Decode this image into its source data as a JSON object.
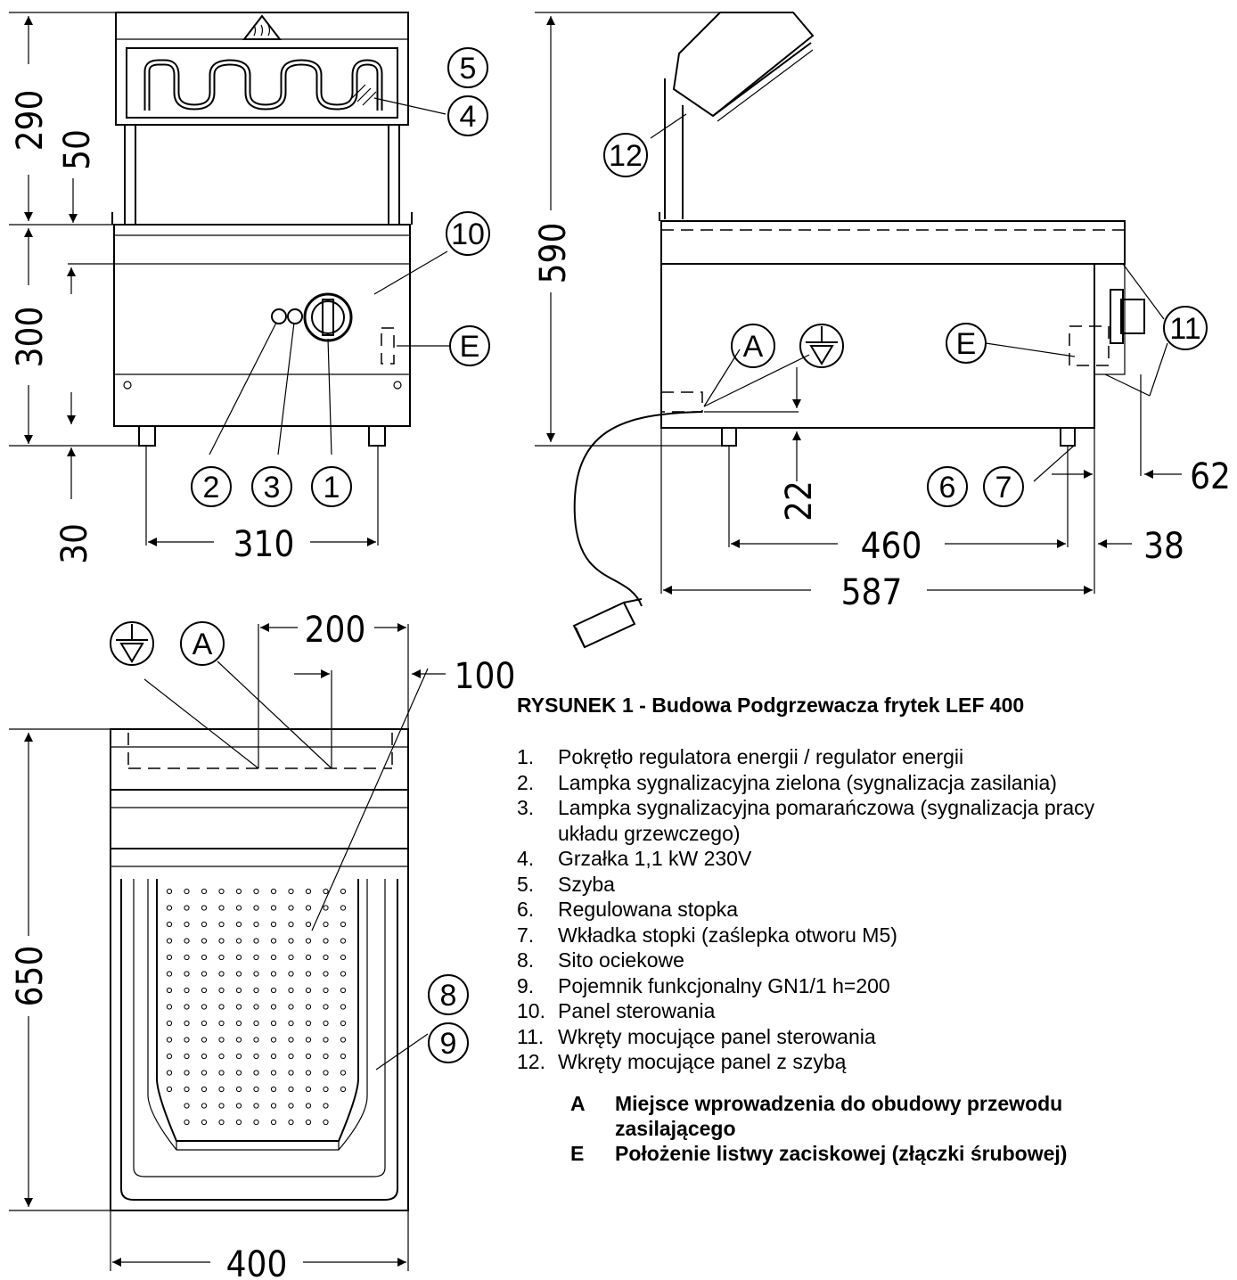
{
  "title": "RYSUNEK 1 -  Budowa Podgrzewacza frytek LEF 400",
  "legend": [
    {
      "num": "1.",
      "text": "Pokrętło regulatora energii / regulator energii"
    },
    {
      "num": "2.",
      "text": "Lampka sygnalizacyjna zielona (sygnalizacja zasilania)"
    },
    {
      "num": "3.",
      "text": "Lampka sygnalizacyjna pomarańczowa (sygnalizacja pracy"
    },
    {
      "num": "",
      "text": "układu grzewczego)"
    },
    {
      "num": "4.",
      "text": "Grzałka 1,1 kW 230V"
    },
    {
      "num": "5.",
      "text": "Szyba"
    },
    {
      "num": "6.",
      "text": "Regulowana stopka"
    },
    {
      "num": "7.",
      "text": "Wkładka stopki (zaślepka otworu M5)"
    },
    {
      "num": "8.",
      "text": "Sito ociekowe"
    },
    {
      "num": "9.",
      "text": "Pojemnik funkcjonalny GN1/1 h=200"
    },
    {
      "num": "10.",
      "text": "Panel sterowania"
    },
    {
      "num": "11.",
      "text": "Wkręty mocujące panel sterowania"
    },
    {
      "num": "12.",
      "text": "Wkręty mocujące panel z szybą"
    }
  ],
  "notes": [
    {
      "key": "A",
      "lines": [
        "Miejsce wprowadzenia do obudowy przewodu",
        "zasilającego"
      ]
    },
    {
      "key": "E",
      "lines": [
        "Położenie listwy zaciskowej (złączki śrubowej)"
      ]
    }
  ],
  "dimensions": {
    "d290": "290",
    "d50": "50",
    "d300": "300",
    "d30": "30",
    "d310": "310",
    "d590": "590",
    "d22": "22",
    "d460": "460",
    "d587": "587",
    "d38": "38",
    "d62": "62",
    "d200": "200",
    "d100": "100",
    "d650": "650",
    "d400": "400"
  },
  "callouts": {
    "c1": "1",
    "c2": "2",
    "c3": "3",
    "c4": "4",
    "c5": "5",
    "c6": "6",
    "c7": "7",
    "c8": "8",
    "c9": "9",
    "c10": "10",
    "c11": "11",
    "c12": "12",
    "cA": "A",
    "cE": "E"
  },
  "icons": {
    "earth": "earth-symbol-icon",
    "warning": "hot-surface-warning-icon"
  }
}
